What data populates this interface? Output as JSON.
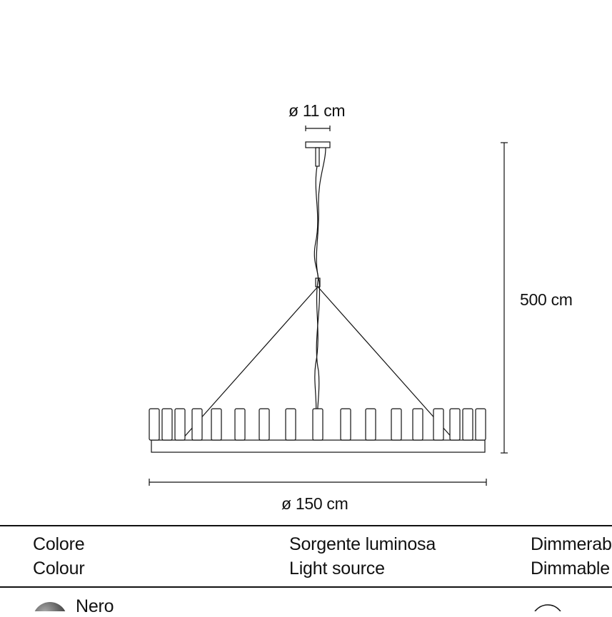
{
  "drawing": {
    "top_diameter": "ø 11 cm",
    "height": "500 cm",
    "bottom_diameter": "ø 150 cm"
  },
  "table": {
    "columns": [
      {
        "it": "Colore",
        "en": "Colour"
      },
      {
        "it": "Sorgente luminosa",
        "en": "Light source"
      },
      {
        "it": "Dimmerabile",
        "en": "Dimmable"
      }
    ],
    "rows": [
      {
        "colour_name": "Nero",
        "swatch_color": "#555555"
      }
    ]
  }
}
